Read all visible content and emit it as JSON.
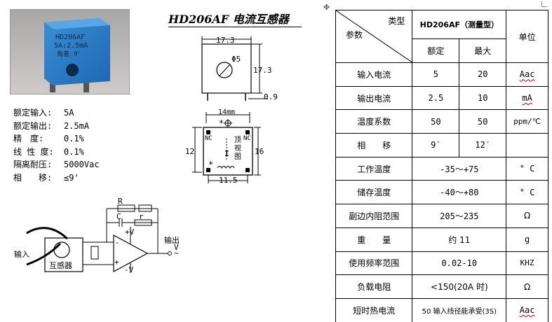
{
  "title": "HD206AF 电流互感器",
  "photo": {
    "line1": "HD206AF",
    "line2": "5A:2.5mA",
    "line3": "角差: 9'"
  },
  "specs": [
    {
      "label": "额定输入:",
      "value": "5A"
    },
    {
      "label": "额定输出:",
      "value": "2.5mA"
    },
    {
      "label": "精　度:",
      "value": "0.1%"
    },
    {
      "label": "线 性 度:",
      "value": "0.1%"
    },
    {
      "label": "隔离耐压:",
      "value": "5000Vac"
    },
    {
      "label": "相　　移:",
      "value": "≤9'"
    }
  ],
  "drawing": {
    "width": "17.3",
    "height": "17.3",
    "hole": "Φ5",
    "pin_offset": "0.9",
    "bottom_width": "14mm",
    "bottom_height": "12",
    "bottom_depth": "16",
    "pin_span": "11.5",
    "nc_left": "NC",
    "nc_right": "NC",
    "top_view": [
      "顶",
      "视",
      "图"
    ],
    "pin_label": "I",
    "star": "*"
  },
  "circuit": {
    "input_label": "输入",
    "ct_label": "互感器",
    "r_label": "R",
    "c_label": "C",
    "r2_label": "r",
    "vplus": "+V",
    "vminus": "-V",
    "minus_sign": "-",
    "plus_sign": "+",
    "output_label": "输出",
    "output_v": "V",
    "output_ac": "~"
  },
  "table": {
    "header_type": "类型",
    "header_param": "参数",
    "header_model": "HD206AF（测量型）",
    "header_unit": "单位",
    "header_rated": "额定",
    "header_max": "最大",
    "rows2": [
      {
        "name": "输入电流",
        "rated": "5",
        "max": "20",
        "unit": "Aac"
      },
      {
        "name": "输出电流",
        "rated": "2.5",
        "max": "10",
        "unit": "mA"
      },
      {
        "name": "温度系数",
        "rated": "50",
        "max": "50",
        "unit": "ppm/℃"
      },
      {
        "name": "相　　移",
        "rated": "9′",
        "max": "12′",
        "unit": ""
      }
    ],
    "rows1": [
      {
        "name": "工作温度",
        "value": "-35～+75",
        "unit": "° C"
      },
      {
        "name": "储存温度",
        "value": "-40～+80",
        "unit": "° C"
      },
      {
        "name": "副边内阻范围",
        "value": "205～235",
        "unit": "Ω"
      },
      {
        "name": "重　　量",
        "value": "约 11",
        "unit": "g"
      },
      {
        "name": "使用频率范围",
        "value": "0.02-10",
        "unit": "KHZ"
      },
      {
        "name": "负载电阻",
        "value": "<150(20A 时)",
        "unit": "Ω"
      },
      {
        "name": "短时热电流",
        "value": "50 输入线径能承受(3S)",
        "unit": "Aac"
      }
    ]
  }
}
